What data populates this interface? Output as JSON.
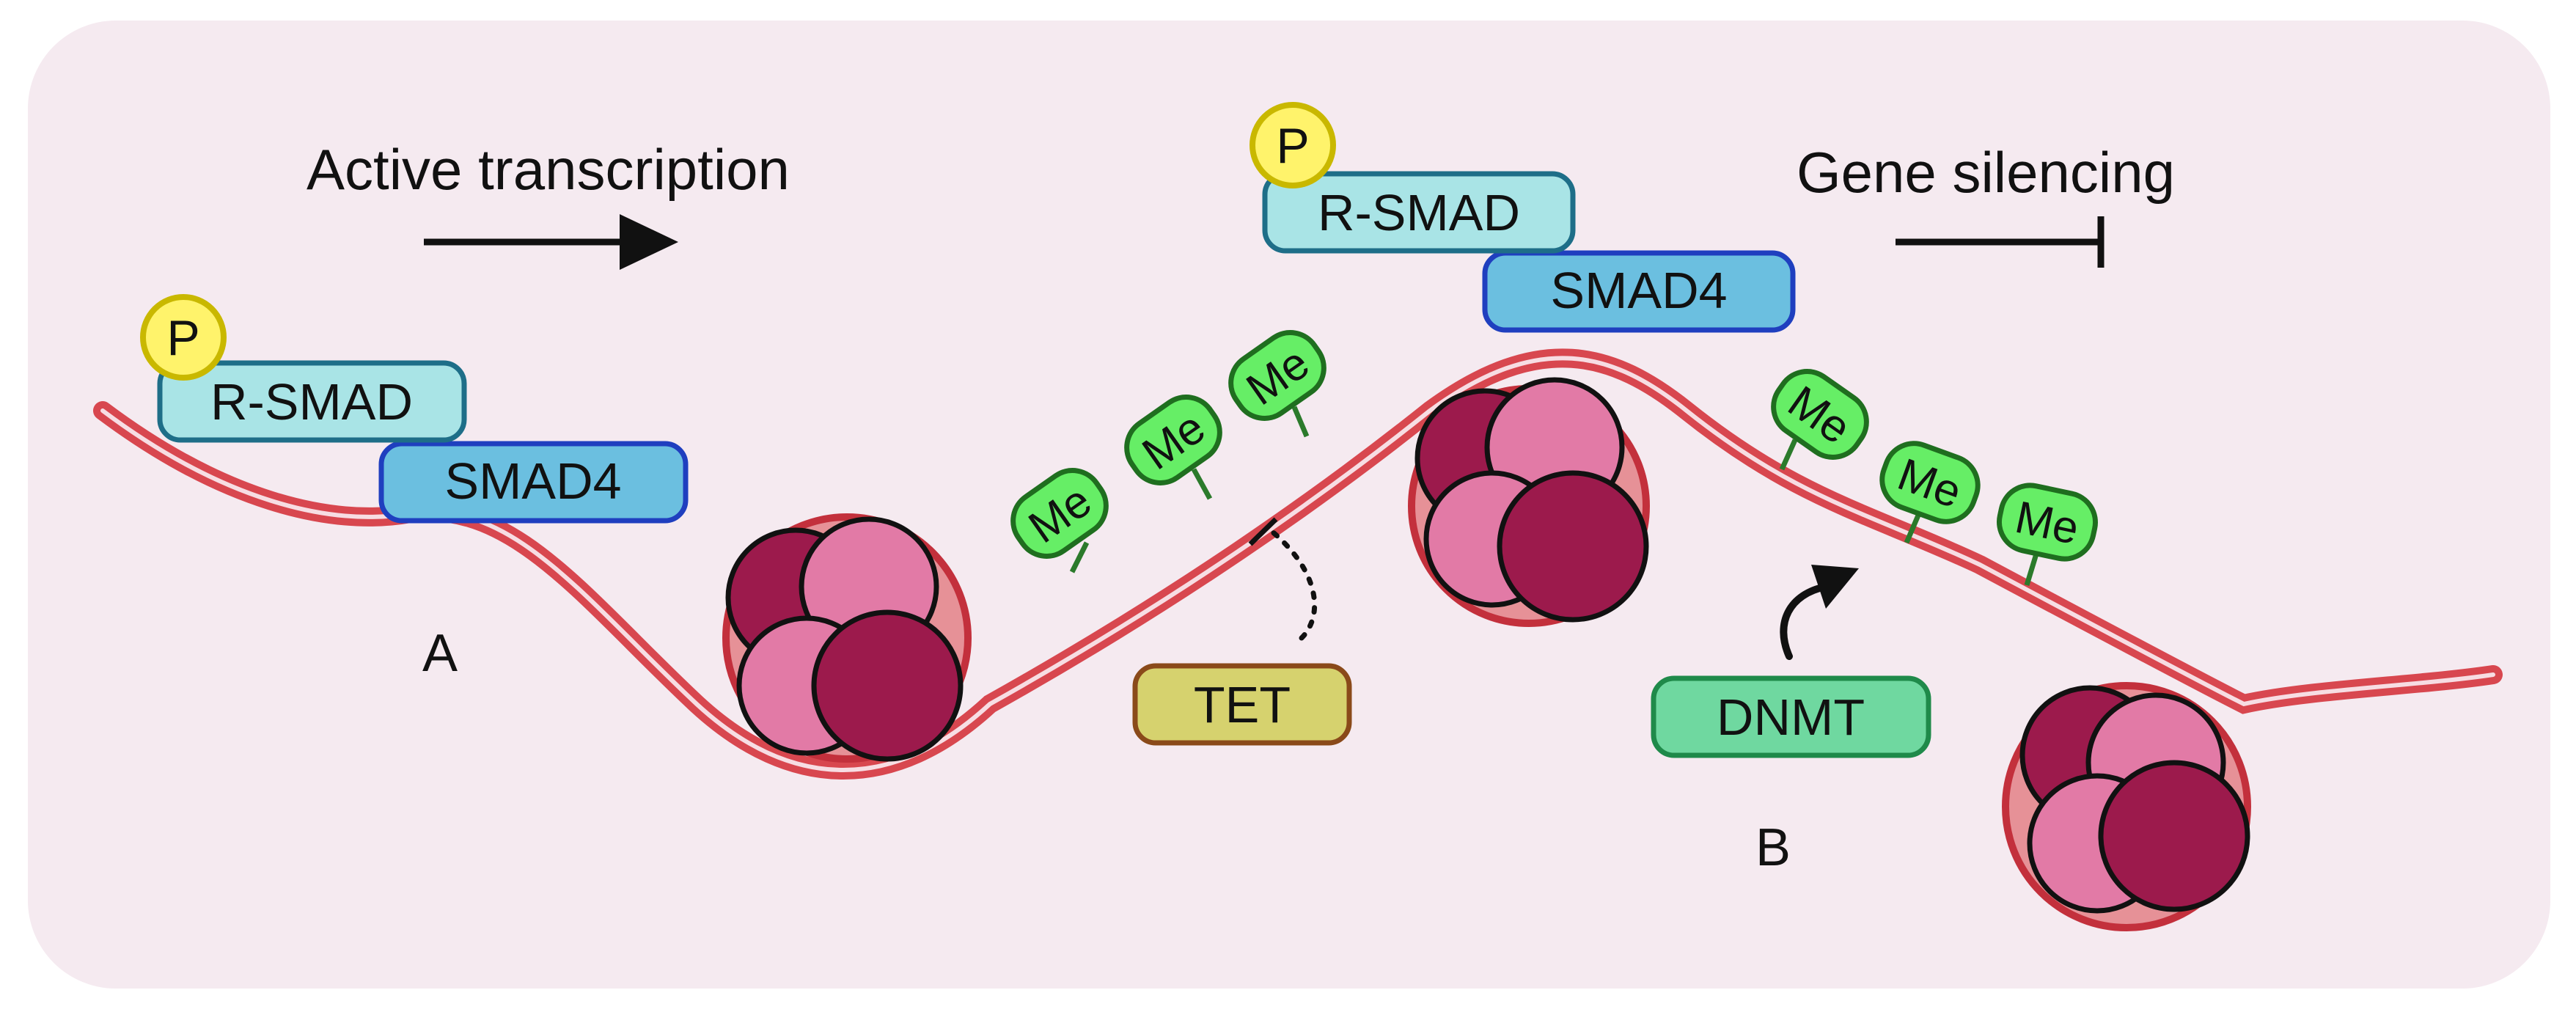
{
  "labels": {
    "active_transcription": "Active transcription",
    "gene_silencing": "Gene silencing",
    "panel_a": "A",
    "panel_b": "B"
  },
  "complex_a": {
    "phospho": "P",
    "rsmad": "R-SMAD",
    "smad4": "SMAD4"
  },
  "complex_b": {
    "phospho": "P",
    "rsmad": "R-SMAD",
    "smad4": "SMAD4"
  },
  "methyl_marks_left": [
    "Me",
    "Me",
    "Me"
  ],
  "methyl_marks_right": [
    "Me",
    "Me",
    "Me"
  ],
  "enzymes": {
    "tet": "TET",
    "dnmt": "DNMT"
  },
  "colors": {
    "background": "#f5eaf0",
    "dna": "#d8474f",
    "rsmad": "#a9e4e6",
    "smad4": "#6bbfe0",
    "phospho": "#fff36b",
    "methyl": "#66ee66",
    "tet": "#d6d26e",
    "dnmt": "#6fd8a0",
    "histone_dark": "#9c1a4c",
    "histone_light": "#e27aa6"
  }
}
